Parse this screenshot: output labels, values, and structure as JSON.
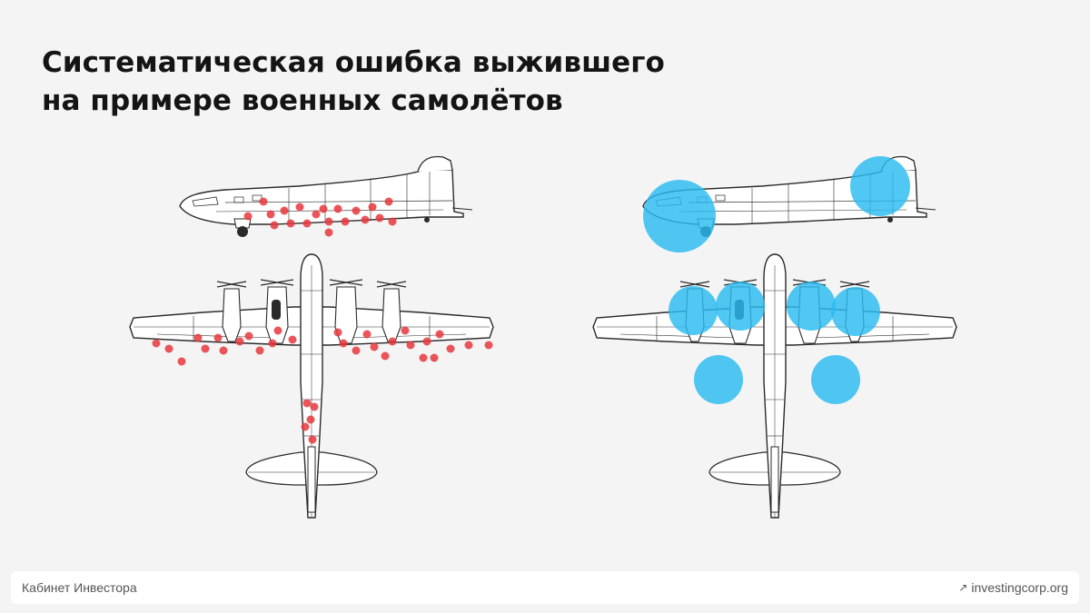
{
  "title": {
    "line1": "Систематическая ошибка выжившего",
    "line2": "на примере военных самолётов"
  },
  "footer": {
    "brand": "Кабинет Инвестора",
    "link_icon": "arrow-up-right-icon",
    "link": "investingcorp.org"
  },
  "colors": {
    "hit_marker": "#e8373c",
    "no_return_zone": "#2bbbf0",
    "line_art": "#2a2a2a"
  }
}
